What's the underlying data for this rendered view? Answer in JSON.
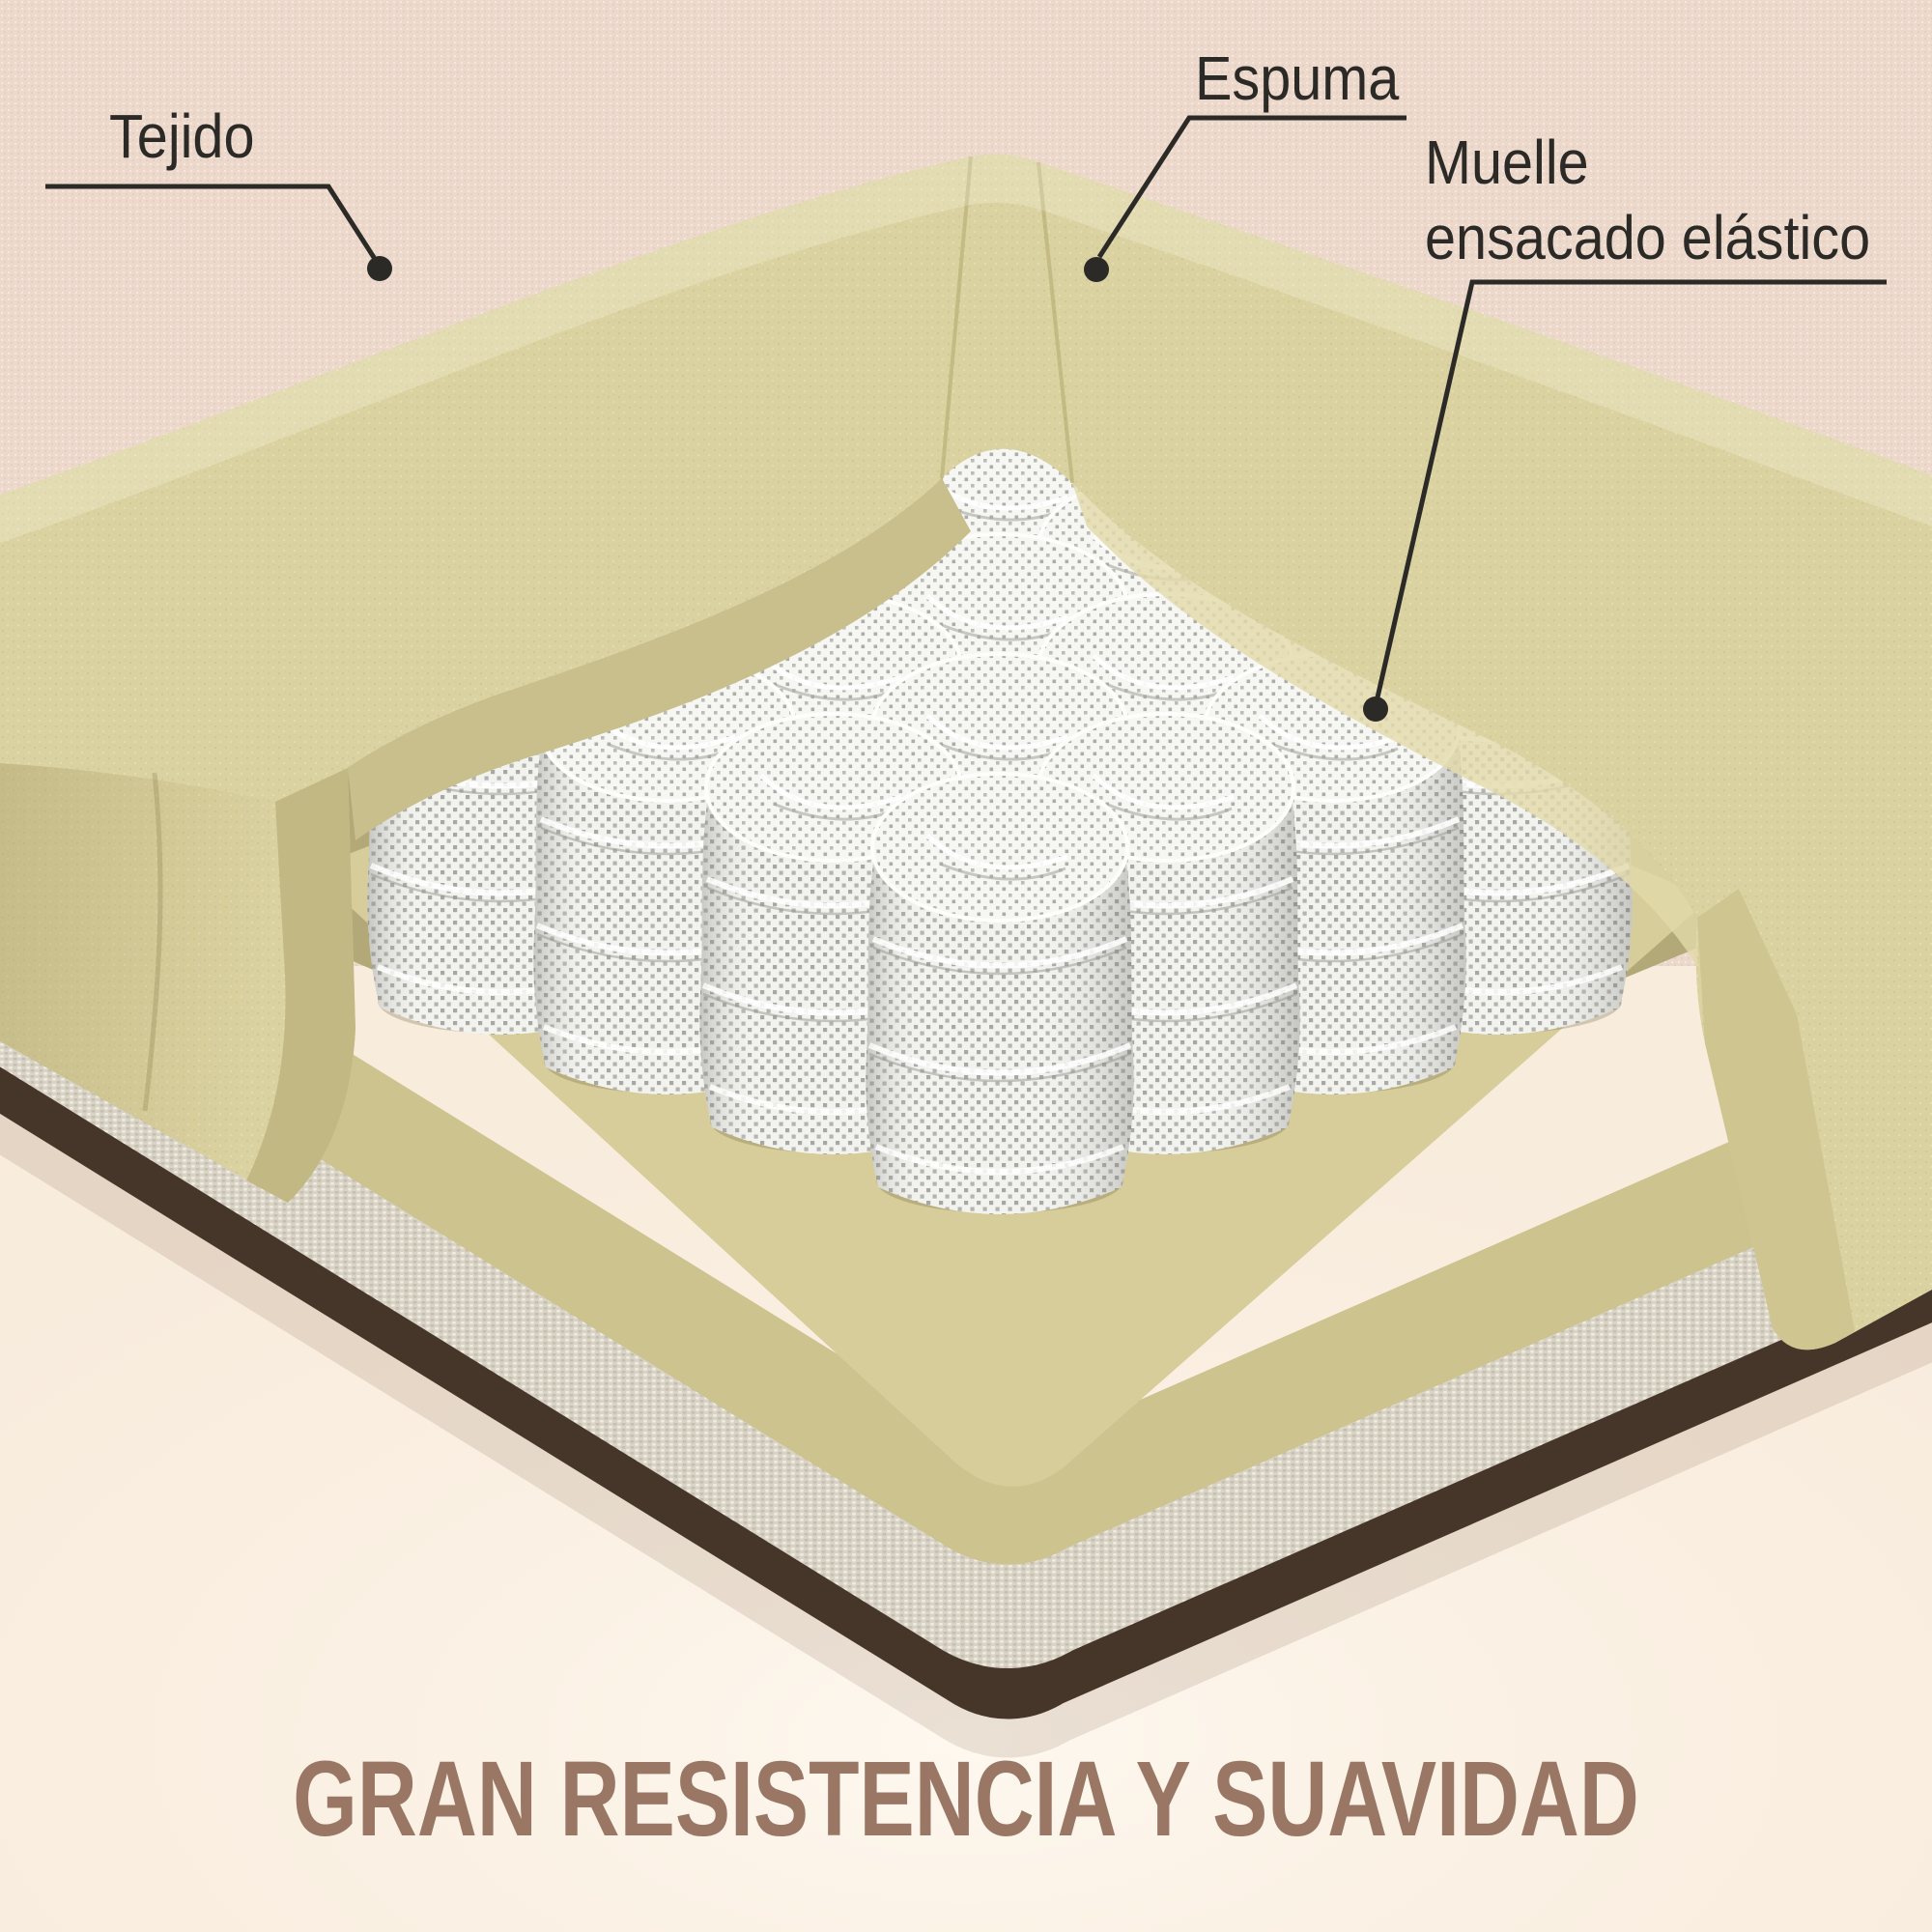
{
  "scene": {
    "labels": {
      "tejido": "Tejido",
      "espuma": "Espuma",
      "muelle_line1": "Muelle",
      "muelle_line2": "ensacado elástico"
    },
    "headline": "GRAN RESISTENCIA Y SUAVIDAD",
    "colors": {
      "fabric_pink": "#ecd9cc",
      "background_cream": "#fbf2e6",
      "foam": "#dbd2a1",
      "foam_inner_face": "#c9bf8d",
      "foam_cavity_shadow": "#b3a878",
      "foam_base_face": "#cdc38f",
      "foam_base_top": "#d7cd9a",
      "linen_base": "#d9d3c5",
      "edge_brown": "#46362a",
      "spring_fabric": "#f2f2ef",
      "spring_dots": "#a8a8a3",
      "label_ink": "#2b2a27",
      "headline_brown": "#9a7765"
    }
  }
}
